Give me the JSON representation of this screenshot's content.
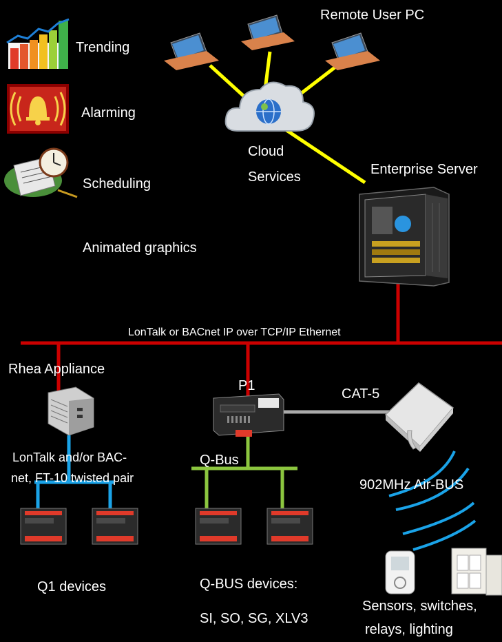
{
  "features": {
    "trending": "Trending",
    "alarming": "Alarming",
    "scheduling": "Scheduling",
    "animated": "Animated graphics"
  },
  "remote_user_pc": "Remote User PC",
  "cloud_services": [
    "Cloud",
    "Services"
  ],
  "enterprise_server": "Enterprise Server",
  "backbone_label": "LonTalk or BACnet IP over TCP/IP Ethernet",
  "rhea_appliance": "Rhea Appliance",
  "lontalk_note": [
    "LonTalk and/or BAC-",
    "net,  FT-10 twisted pair"
  ],
  "p1": "P1",
  "cat5": "CAT-5",
  "qbus": "Q-Bus",
  "airbus": "902MHz Air-BUS",
  "q1_devices": "Q1 devices",
  "qbus_devices": [
    "Q-BUS devices:",
    "SI, SO, SG, XLV3"
  ],
  "sensors": [
    "Sensors, switches,",
    "relays, lighting"
  ],
  "colors": {
    "ethernet": "#cc0000",
    "internet": "#ffff00",
    "twisted_pair": "#1aa3e8",
    "qbus": "#8cc63f",
    "cat5": "#aaaaaa",
    "wireless": "#1aa3e8"
  }
}
